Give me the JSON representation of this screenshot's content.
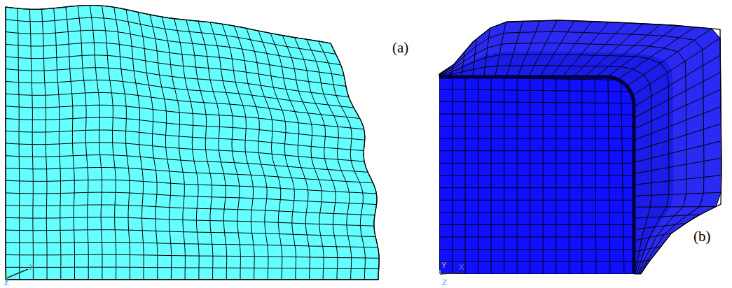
{
  "diagram": {
    "labels": [
      "X",
      "Z",
      "(a)",
      "Y",
      "X",
      "Z",
      "(b)"
    ]
  }
}
